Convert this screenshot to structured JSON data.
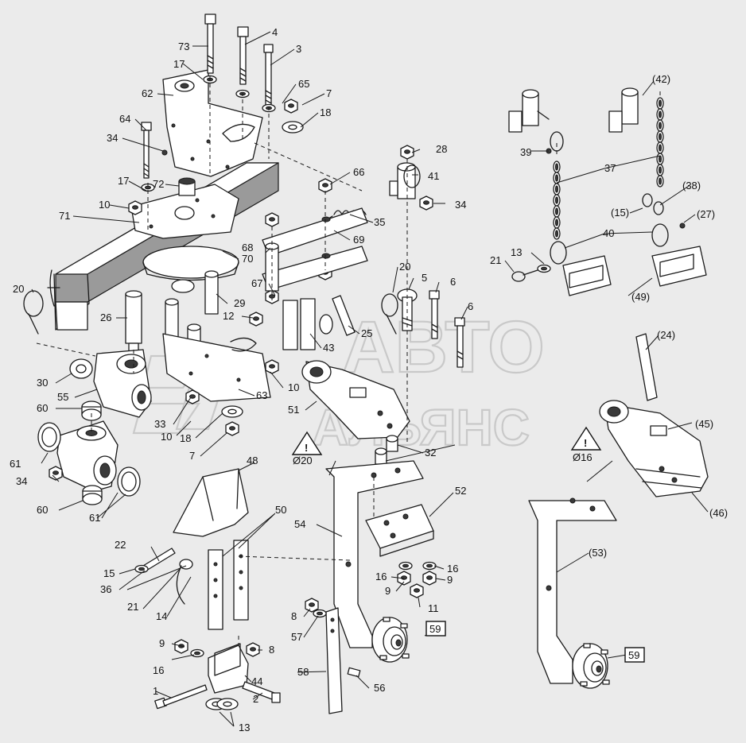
{
  "watermark": {
    "line1": "АВТО",
    "line2": "АЛЬЯНС"
  },
  "warnings": [
    {
      "id": "w20",
      "text": "Ø20"
    },
    {
      "id": "w16",
      "text": "Ø16"
    }
  ],
  "labels": [
    {
      "id": "l73",
      "text": "73"
    },
    {
      "id": "l4",
      "text": "4"
    },
    {
      "id": "l3",
      "text": "3"
    },
    {
      "id": "l17a",
      "text": "17"
    },
    {
      "id": "l65",
      "text": "65"
    },
    {
      "id": "l7a",
      "text": "7"
    },
    {
      "id": "l62",
      "text": "62"
    },
    {
      "id": "l18a",
      "text": "18"
    },
    {
      "id": "l64",
      "text": "64"
    },
    {
      "id": "l34a",
      "text": "34"
    },
    {
      "id": "l17b",
      "text": "17"
    },
    {
      "id": "l72",
      "text": "72"
    },
    {
      "id": "l10a",
      "text": "10"
    },
    {
      "id": "l71",
      "text": "71"
    },
    {
      "id": "l66",
      "text": "66"
    },
    {
      "id": "l35",
      "text": "35"
    },
    {
      "id": "l69",
      "text": "69"
    },
    {
      "id": "l68",
      "text": "68"
    },
    {
      "id": "l70",
      "text": "70"
    },
    {
      "id": "l67",
      "text": "67"
    },
    {
      "id": "l20a",
      "text": "20"
    },
    {
      "id": "l5",
      "text": "5"
    },
    {
      "id": "l6a",
      "text": "6"
    },
    {
      "id": "l6b",
      "text": "6"
    },
    {
      "id": "l20b",
      "text": "20"
    },
    {
      "id": "l26",
      "text": "26"
    },
    {
      "id": "l29",
      "text": "29"
    },
    {
      "id": "l12",
      "text": "12"
    },
    {
      "id": "l25",
      "text": "25"
    },
    {
      "id": "l43",
      "text": "43"
    },
    {
      "id": "l30",
      "text": "30"
    },
    {
      "id": "l55",
      "text": "55"
    },
    {
      "id": "l10b",
      "text": "10"
    },
    {
      "id": "l63",
      "text": "63"
    },
    {
      "id": "l51",
      "text": "51"
    },
    {
      "id": "l60a",
      "text": "60"
    },
    {
      "id": "l33",
      "text": "33"
    },
    {
      "id": "l10c",
      "text": "10"
    },
    {
      "id": "l18b",
      "text": "18"
    },
    {
      "id": "l61a",
      "text": "61"
    },
    {
      "id": "l7b",
      "text": "7"
    },
    {
      "id": "l32",
      "text": "32"
    },
    {
      "id": "l34b",
      "text": "34"
    },
    {
      "id": "l60b",
      "text": "60"
    },
    {
      "id": "l61b",
      "text": "61"
    },
    {
      "id": "l48",
      "text": "48"
    },
    {
      "id": "l50",
      "text": "50"
    },
    {
      "id": "l52",
      "text": "52"
    },
    {
      "id": "l54",
      "text": "54"
    },
    {
      "id": "l22",
      "text": "22"
    },
    {
      "id": "l15a",
      "text": "15"
    },
    {
      "id": "l36",
      "text": "36"
    },
    {
      "id": "l21a",
      "text": "21"
    },
    {
      "id": "l14",
      "text": "14"
    },
    {
      "id": "l16a",
      "text": "16"
    },
    {
      "id": "l16b",
      "text": "16"
    },
    {
      "id": "l9a",
      "text": "9"
    },
    {
      "id": "l9b",
      "text": "9"
    },
    {
      "id": "l11",
      "text": "11"
    },
    {
      "id": "l8a",
      "text": "8"
    },
    {
      "id": "l57",
      "text": "57"
    },
    {
      "id": "l9c",
      "text": "9"
    },
    {
      "id": "l8b",
      "text": "8"
    },
    {
      "id": "l16c",
      "text": "16"
    },
    {
      "id": "l44",
      "text": "44"
    },
    {
      "id": "l58",
      "text": "58"
    },
    {
      "id": "l56",
      "text": "56"
    },
    {
      "id": "l1",
      "text": "1"
    },
    {
      "id": "l2",
      "text": "2"
    },
    {
      "id": "l13a",
      "text": "13"
    },
    {
      "id": "l42",
      "text": "(42)"
    },
    {
      "id": "l28",
      "text": "28"
    },
    {
      "id": "l41",
      "text": "41"
    },
    {
      "id": "l34c",
      "text": "34"
    },
    {
      "id": "l39",
      "text": "39"
    },
    {
      "id": "l37",
      "text": "37"
    },
    {
      "id": "l38",
      "text": "(38)"
    },
    {
      "id": "l15b",
      "text": "(15)"
    },
    {
      "id": "l27",
      "text": "(27)"
    },
    {
      "id": "l40",
      "text": "40"
    },
    {
      "id": "l13b",
      "text": "13"
    },
    {
      "id": "l21b",
      "text": "21"
    },
    {
      "id": "l49",
      "text": "(49)"
    },
    {
      "id": "l24",
      "text": "(24)"
    },
    {
      "id": "l45",
      "text": "(45)"
    },
    {
      "id": "l46",
      "text": "(46)"
    },
    {
      "id": "l53",
      "text": "(53)"
    }
  ],
  "boxed_labels": [
    {
      "id": "b59a",
      "text": "59"
    },
    {
      "id": "b59b",
      "text": "59"
    }
  ]
}
